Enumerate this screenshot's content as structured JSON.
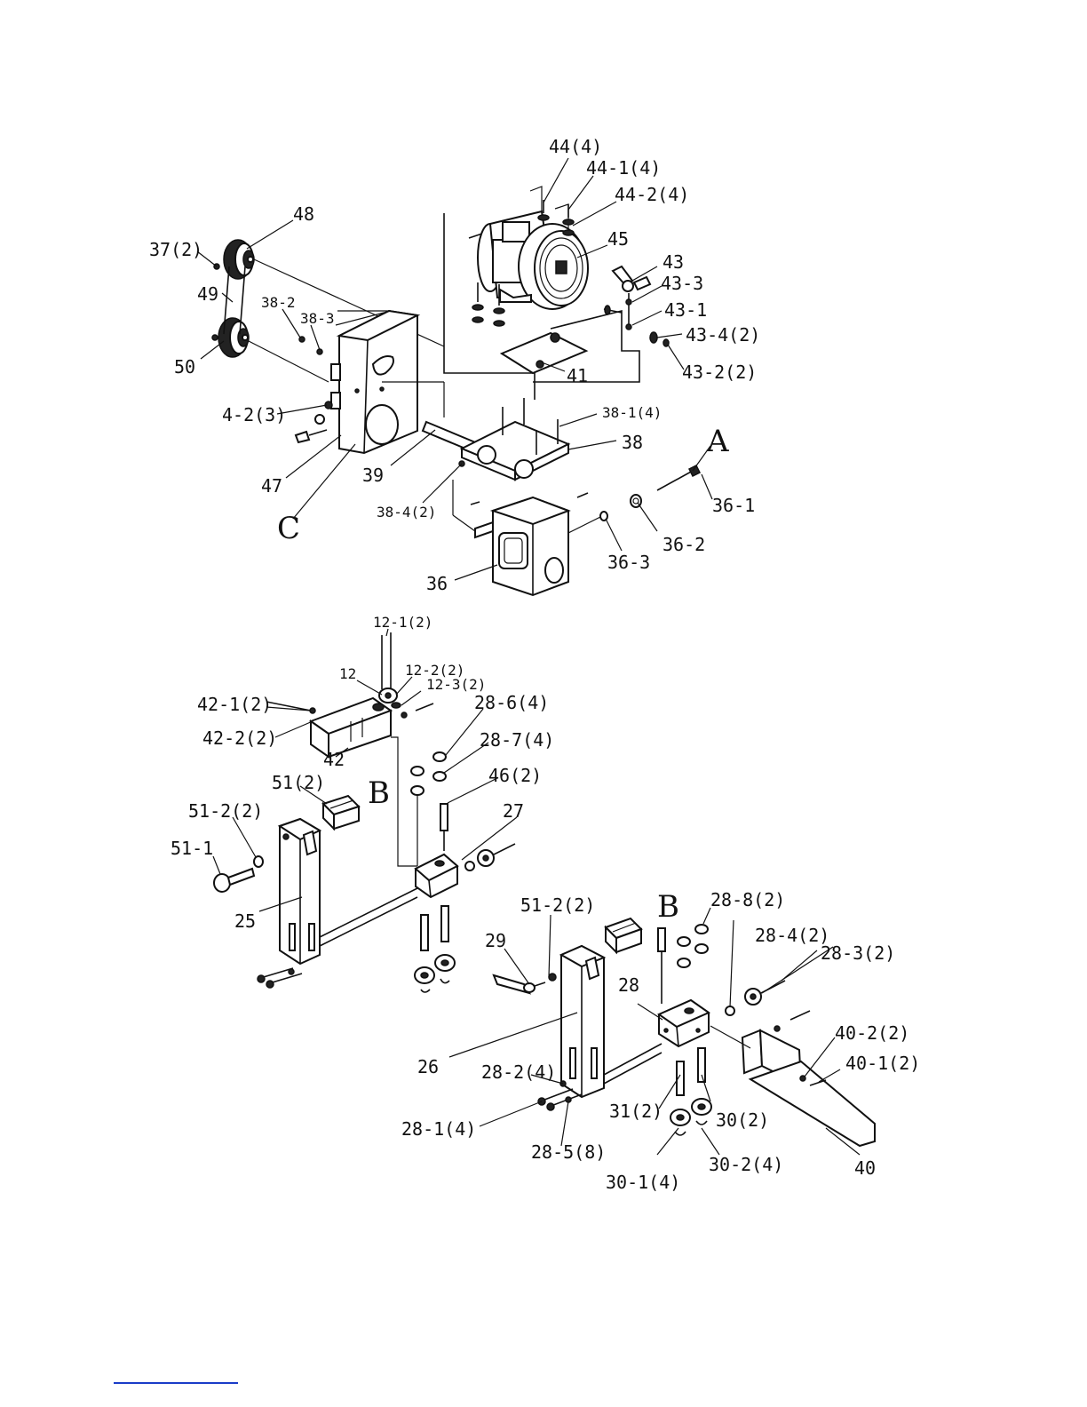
{
  "callouts": {
    "p44": "44(4)",
    "p44_1": "44-1(4)",
    "p44_2": "44-2(4)",
    "p45": "45",
    "p43": "43",
    "p43_3": "43-3",
    "p43_1": "43-1",
    "p43_4": "43-4(2)",
    "p43_2": "43-2(2)",
    "p41": "41",
    "p48": "48",
    "p37": "37(2)",
    "p49": "49",
    "p38_2": "38-2",
    "p38_3": "38-3",
    "p50": "50",
    "p4_2": "4-2(3)",
    "p47": "47",
    "pC": "C",
    "p39": "39",
    "p38_1": "38-1(4)",
    "p38": "38",
    "pA": "A",
    "p36_1": "36-1",
    "p38_4": "38-4(2)",
    "p36_2": "36-2",
    "p36_3": "36-3",
    "p36": "36",
    "p12_1": "12-1(2)",
    "p12": "12",
    "p12_2": "12-2(2)",
    "p12_3": "12-3(2)",
    "p42_1": "42-1(2)",
    "p28_6": "28-6(4)",
    "p42_2": "42-2(2)",
    "p28_7": "28-7(4)",
    "p42": "42",
    "p46": "46(2)",
    "p51": "51(2)",
    "pB1": "B",
    "p51_2a": "51-2(2)",
    "p27": "27",
    "p51_1": "51-1",
    "p25": "25",
    "p51_2b": "51-2(2)",
    "pB2": "B",
    "p28_8": "28-8(2)",
    "p28_4": "28-4(2)",
    "p28_3": "28-3(2)",
    "p29": "29",
    "p28": "28",
    "p40_2": "40-2(2)",
    "p40_1": "40-1(2)",
    "p26": "26",
    "p28_2": "28-2(4)",
    "p31": "31(2)",
    "p30": "30(2)",
    "p28_1": "28-1(4)",
    "p28_5": "28-5(8)",
    "p40": "40",
    "p30_1": "30-1(4)",
    "p30_2": "30-2(4)"
  },
  "colors": {
    "ink": "#111111",
    "link": "#1a3cc8",
    "background": "#ffffff"
  }
}
